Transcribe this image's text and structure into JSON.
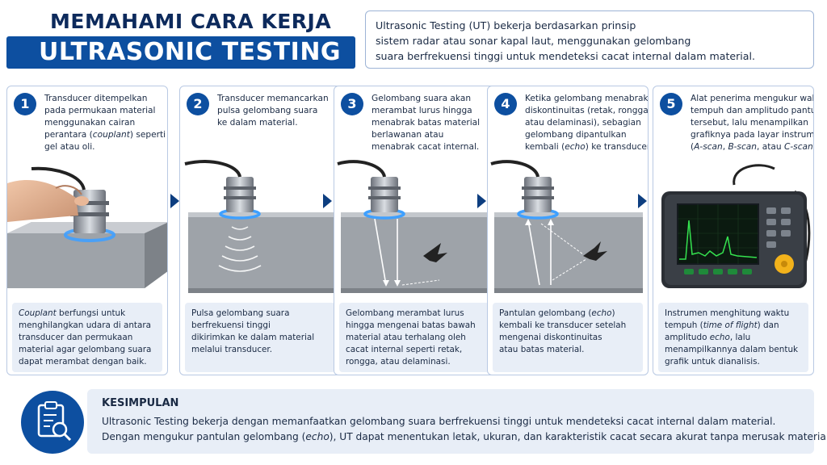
{
  "title": {
    "line1": "MEMAHAMI CARA KERJA",
    "line2": "ULTRASONIC TESTING"
  },
  "intro": [
    "Ultrasonic Testing (UT) bekerja berdasarkan prinsip",
    "sistem radar atau sonar kapal laut, menggunakan gelombang",
    "suara berfrekuensi tinggi untuk mendeteksi cacat internal dalam material."
  ],
  "steps": [
    {
      "num": "1",
      "text": [
        "Transducer ditempelkan",
        "pada permukaan material",
        "menggunakan cairan",
        "perantara (couplant) seperti",
        "gel atau oli."
      ],
      "caption": [
        "Couplant berfungsi untuk",
        "menghilangkan udara di antara",
        "transducer dan permukaan",
        "material agar gelombang suara",
        "dapat merambat dengan baik."
      ]
    },
    {
      "num": "2",
      "text": [
        "Transducer memancarkan",
        "pulsa gelombang suara",
        "ke dalam material."
      ],
      "caption": [
        "Pulsa gelombang suara",
        "berfrekuensi tinggi",
        "dikirimkan ke dalam material",
        "melalui transducer."
      ]
    },
    {
      "num": "3",
      "text": [
        "Gelombang suara akan",
        "merambat lurus hingga",
        "menabrak batas material",
        "berlawanan atau",
        "menabrak cacat internal."
      ],
      "caption": [
        "Gelombang merambat lurus",
        "hingga mengenai batas bawah",
        "material atau terhalang oleh",
        "cacat internal seperti retak,",
        "rongga, atau delaminasi."
      ]
    },
    {
      "num": "4",
      "text": [
        "Ketika gelombang menabrak",
        "diskontinuitas (retak, rongga,",
        "atau delaminasi), sebagian",
        "gelombang dipantulkan",
        "kembali (echo) ke transducer."
      ],
      "caption": [
        "Pantulan gelombang (echo)",
        "kembali ke transducer setelah",
        "mengenai diskontinuitas",
        "atau batas material."
      ]
    },
    {
      "num": "5",
      "text": [
        "Alat penerima mengukur waktu",
        "tempuh dan amplitudo pantulan",
        "tersebut, lalu menampilkan",
        "grafiknya pada layar instrumen",
        "(A-scan, B-scan, atau C-scan)."
      ],
      "caption": [
        "Instrumen menghitung waktu",
        "tempuh (time of flight) dan",
        "amplitudo echo, lalu",
        "menampilkannya dalam bentuk",
        "grafik untuk dianalisis."
      ]
    }
  ],
  "conclusion": {
    "title": "KESIMPULAN",
    "line1": "Ultrasonic Testing bekerja dengan memanfaatkan gelombang suara berfrekuensi tinggi untuk mendeteksi cacat internal dalam material.",
    "line2": "Dengan mengukur pantulan gelombang (echo), UT dapat menentukan letak, ukuran, dan karakteristik cacat secara akurat tanpa merusak material."
  },
  "colors": {
    "primary": "#0d4fa0",
    "dark": "#0d2a5c",
    "caption_bg": "#e8eef7",
    "couplant_glow": "#3fa0ff"
  },
  "icons": [
    "clipboard-magnifier-icon",
    "arrow-right-icon",
    "transducer-probe-icon",
    "ut-instrument-icon"
  ]
}
